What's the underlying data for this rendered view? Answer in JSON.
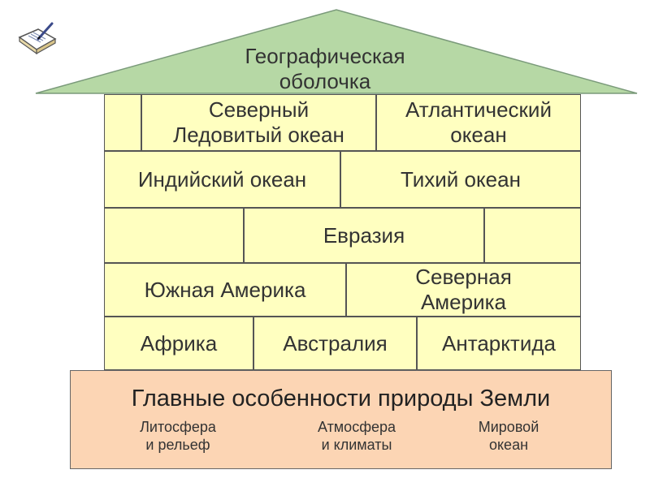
{
  "roof": {
    "title_lines": [
      "Географическая",
      "оболочка"
    ],
    "fill": "#b6d8a5",
    "stroke": "#7a9a7a"
  },
  "icon": "book-pen-icon",
  "wall": {
    "fill": "#ffffc0",
    "rows": [
      {
        "bricks": [
          {
            "lines": [
              ""
            ]
          },
          {
            "lines": [
              "Северный",
              "Ледовитый океан"
            ]
          },
          {
            "lines": [
              "Атлантический",
              "океан"
            ]
          }
        ]
      },
      {
        "bricks": [
          {
            "lines": [
              "Индийский океан"
            ]
          },
          {
            "lines": [
              "Тихий океан"
            ]
          }
        ]
      },
      {
        "bricks": [
          {
            "lines": [
              ""
            ]
          },
          {
            "lines": [
              "Евразия"
            ]
          },
          {
            "lines": [
              ""
            ]
          }
        ]
      },
      {
        "bricks": [
          {
            "lines": [
              "Южная Америка"
            ]
          },
          {
            "lines": [
              "Северная",
              "Америка"
            ]
          }
        ]
      },
      {
        "bricks": [
          {
            "lines": [
              "Африка"
            ]
          },
          {
            "lines": [
              "Австралия"
            ]
          },
          {
            "lines": [
              "Антарктида"
            ]
          }
        ]
      }
    ]
  },
  "foundation": {
    "fill": "#fcd5b4",
    "title": "Главные особенности природы Земли",
    "items": [
      {
        "lines": [
          "Литосфера",
          "и рельеф"
        ]
      },
      {
        "lines": [
          "Атмосфера",
          "и климаты"
        ]
      },
      {
        "lines": [
          "Мировой",
          "океан"
        ]
      }
    ]
  }
}
